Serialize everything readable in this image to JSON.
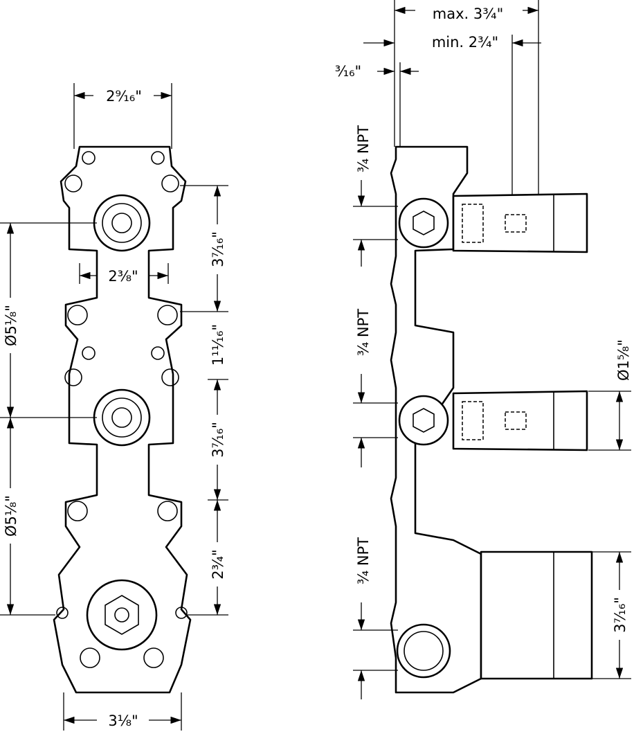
{
  "front_view": {
    "width_top": "2⁹⁄₁₆\"",
    "width_mid": "2³⁄₈\"",
    "spacing_1": "3⁷⁄₁₆\"",
    "spacing_2": "1¹¹⁄₁₆\"",
    "spacing_3": "3⁷⁄₁₆\"",
    "spacing_4": "2³⁄₄\"",
    "diameter_1": "Ø5¹⁄₈\"",
    "diameter_2": "Ø5¹⁄₈\"",
    "width_bottom": "3¹⁄₈\""
  },
  "side_view": {
    "max_depth": "max. 3³⁄₄\"",
    "min_depth": "min. 2³⁄₄\"",
    "offset": "³⁄₁₆\"",
    "port_1": "³⁄₄ NPT",
    "port_2": "³⁄₄ NPT",
    "port_3": "³⁄₄ NPT",
    "trim_diameter": "Ø1⁵⁄₈\"",
    "body_height": "3⁷⁄₁₆\""
  }
}
